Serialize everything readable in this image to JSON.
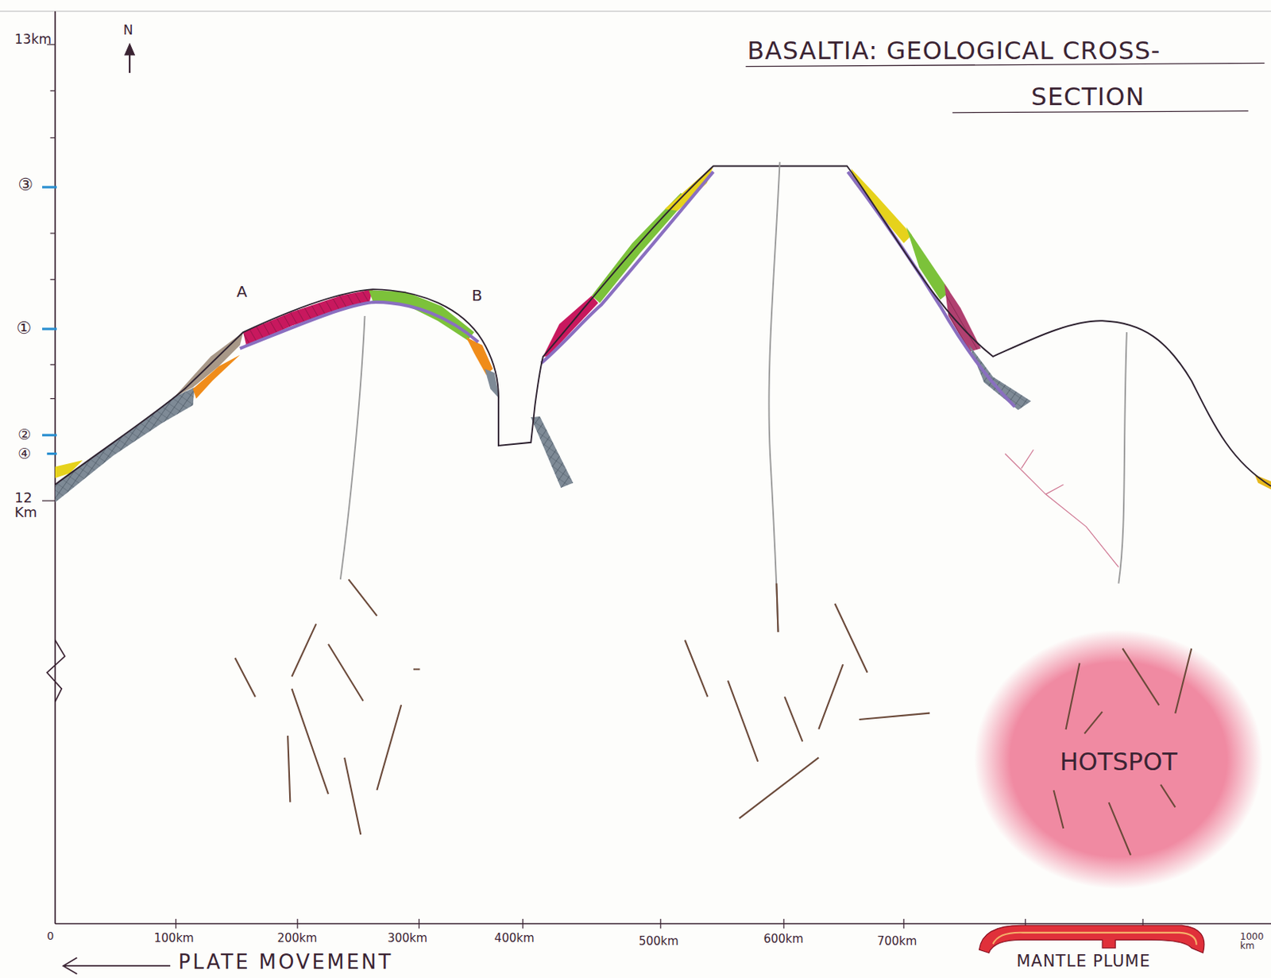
{
  "diagram": {
    "title": "BASALTIA: GEOLOGICAL CROSS- SECTION",
    "nodes": [
      {
        "text": [
          "HOTSPOT"
        ]
      }
    ],
    "labels": [
      "13km",
      "N",
      "③",
      "①",
      "②",
      "④",
      "12 Km",
      "A",
      "B",
      "0",
      "100km",
      "200km",
      "300km",
      "400km",
      "500km",
      "600km",
      "700km",
      "1000 km",
      "PLATE MOVEMENT",
      "MANTLE PLUME"
    ]
  }
}
